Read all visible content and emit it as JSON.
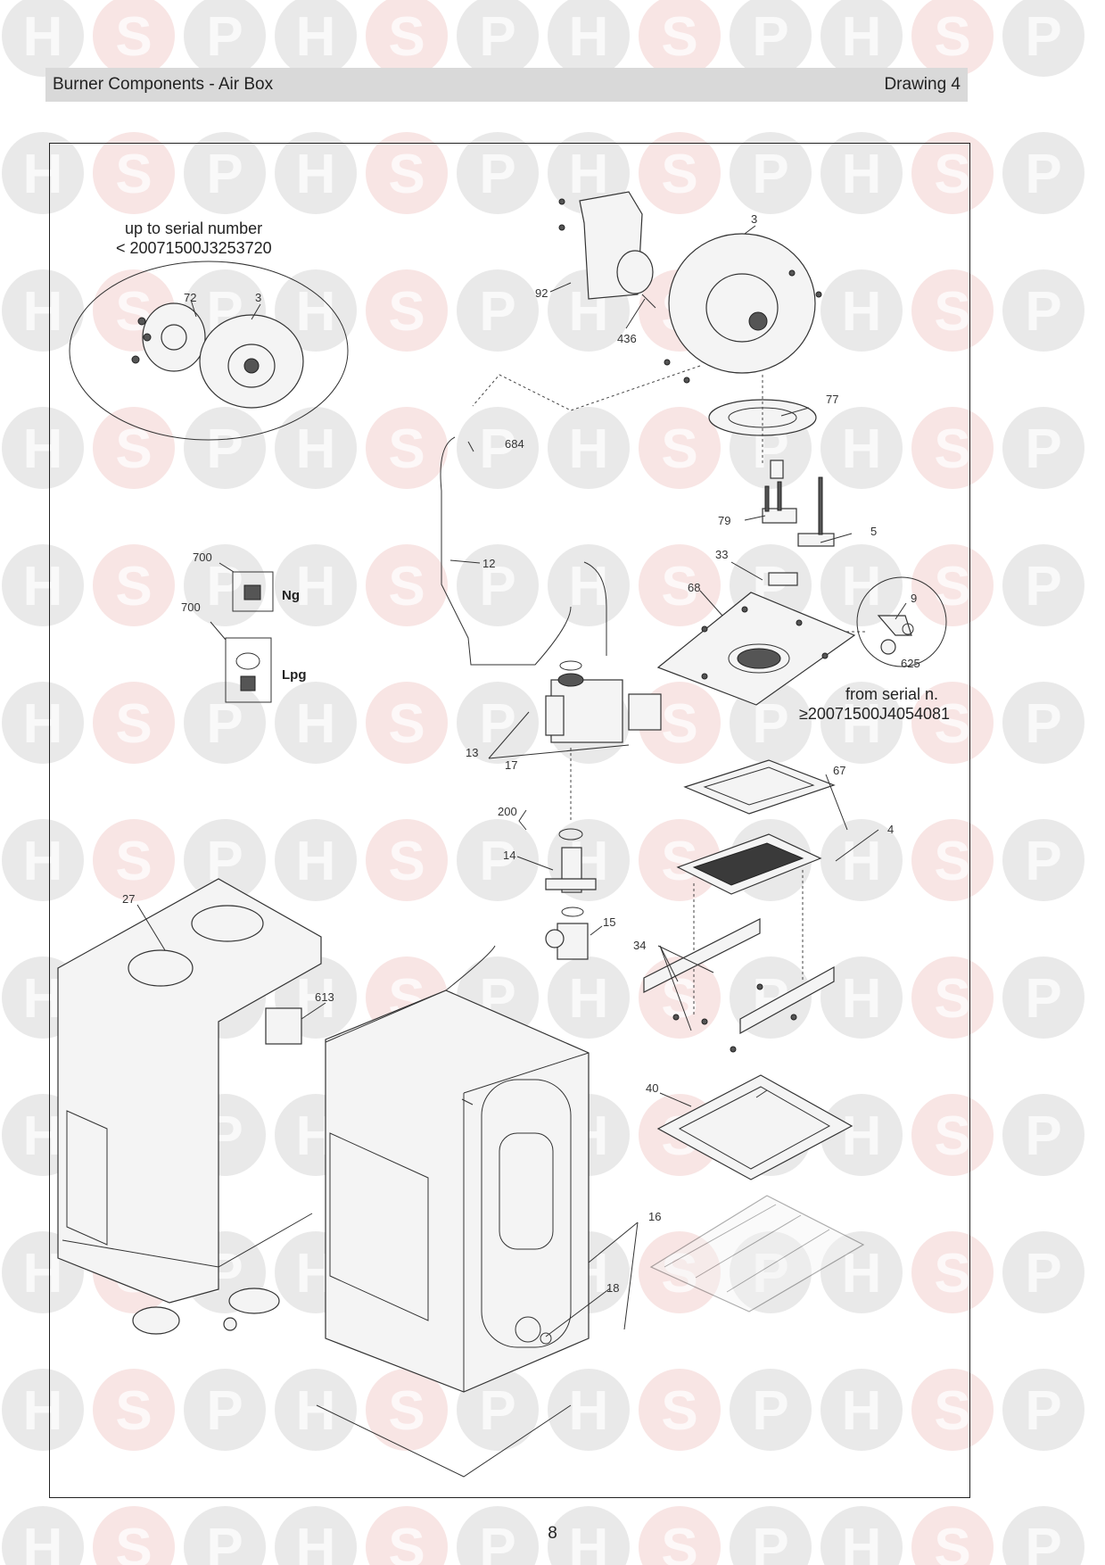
{
  "header": {
    "title": "Burner Components - Air Box",
    "drawing": "Drawing 4"
  },
  "watermark": {
    "letters": [
      "H",
      "S",
      "P"
    ],
    "colors": {
      "h": "#cfcfcf",
      "s": "#f0c6c3",
      "p": "#cfcfcf"
    }
  },
  "notes": {
    "up_to_line1": "up to serial number",
    "up_to_line2": "< 20071500J3253720",
    "from_line1": "from serial n.",
    "from_line2": "≥20071500J4054081"
  },
  "gas_types": {
    "ng": "Ng",
    "lpg": "Lpg"
  },
  "part_labels": [
    "72",
    "3",
    "3",
    "92",
    "436",
    "684",
    "77",
    "79",
    "5",
    "33",
    "68",
    "9",
    "625",
    "700",
    "700",
    "12",
    "13",
    "17",
    "200",
    "14",
    "15",
    "67",
    "4",
    "27",
    "613",
    "34",
    "40",
    "16",
    "18"
  ],
  "page_number": "8"
}
